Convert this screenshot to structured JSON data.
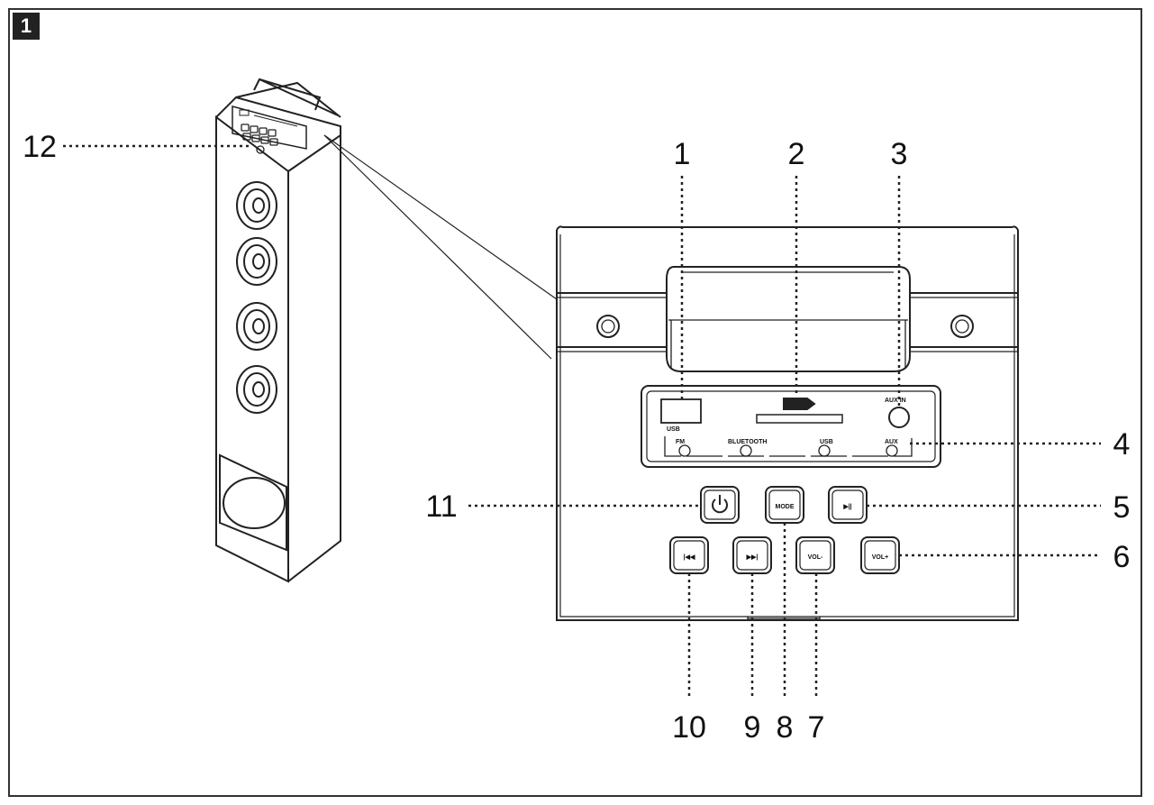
{
  "figure": {
    "badge": "1"
  },
  "callouts": [
    {
      "id": "1",
      "label": "1"
    },
    {
      "id": "2",
      "label": "2"
    },
    {
      "id": "3",
      "label": "3"
    },
    {
      "id": "4",
      "label": "4"
    },
    {
      "id": "5",
      "label": "5"
    },
    {
      "id": "6",
      "label": "6"
    },
    {
      "id": "7",
      "label": "7"
    },
    {
      "id": "8",
      "label": "8"
    },
    {
      "id": "9",
      "label": "9"
    },
    {
      "id": "10",
      "label": "10"
    },
    {
      "id": "11",
      "label": "11"
    },
    {
      "id": "12",
      "label": "12"
    }
  ],
  "panel": {
    "usb_label": "USB",
    "aux_in_label": "AUX IN",
    "mode_indicators": [
      "FM",
      "BLUETOOTH",
      "USB",
      "AUX"
    ]
  },
  "buttons": {
    "mode": "MODE",
    "play_pause": "▶||",
    "prev": "|◀◀",
    "next": "▶▶|",
    "vol_down": "VOL-",
    "vol_up": "VOL+"
  },
  "colors": {
    "line": "#222222",
    "background": "#ffffff"
  }
}
